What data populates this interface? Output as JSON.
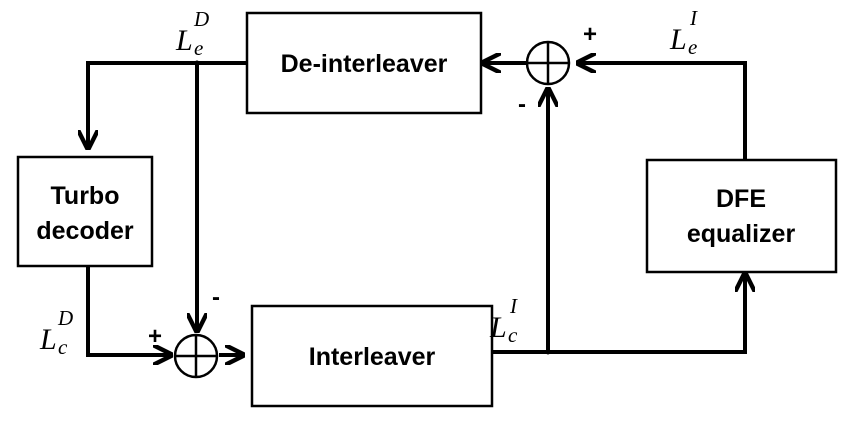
{
  "blocks": {
    "deinterleaver": "De-interleaver",
    "turbo_decoder_line1": "Turbo",
    "turbo_decoder_line2": "decoder",
    "interleaver": "Interleaver",
    "dfe_line1": "DFE",
    "dfe_line2": "equalizer"
  },
  "signals": {
    "le_d": {
      "main": "L",
      "sup": "D",
      "sub": "e"
    },
    "le_i": {
      "main": "L",
      "sup": "I",
      "sub": "e"
    },
    "lc_d": {
      "main": "L",
      "sup": "D",
      "sub": "c"
    },
    "lc_i": {
      "main": "L",
      "sup": "I",
      "sub": "c"
    }
  },
  "signs": {
    "top_sum_plus": "+",
    "top_sum_minus": "-",
    "bottom_sum_plus": "+",
    "bottom_sum_minus": "-"
  }
}
